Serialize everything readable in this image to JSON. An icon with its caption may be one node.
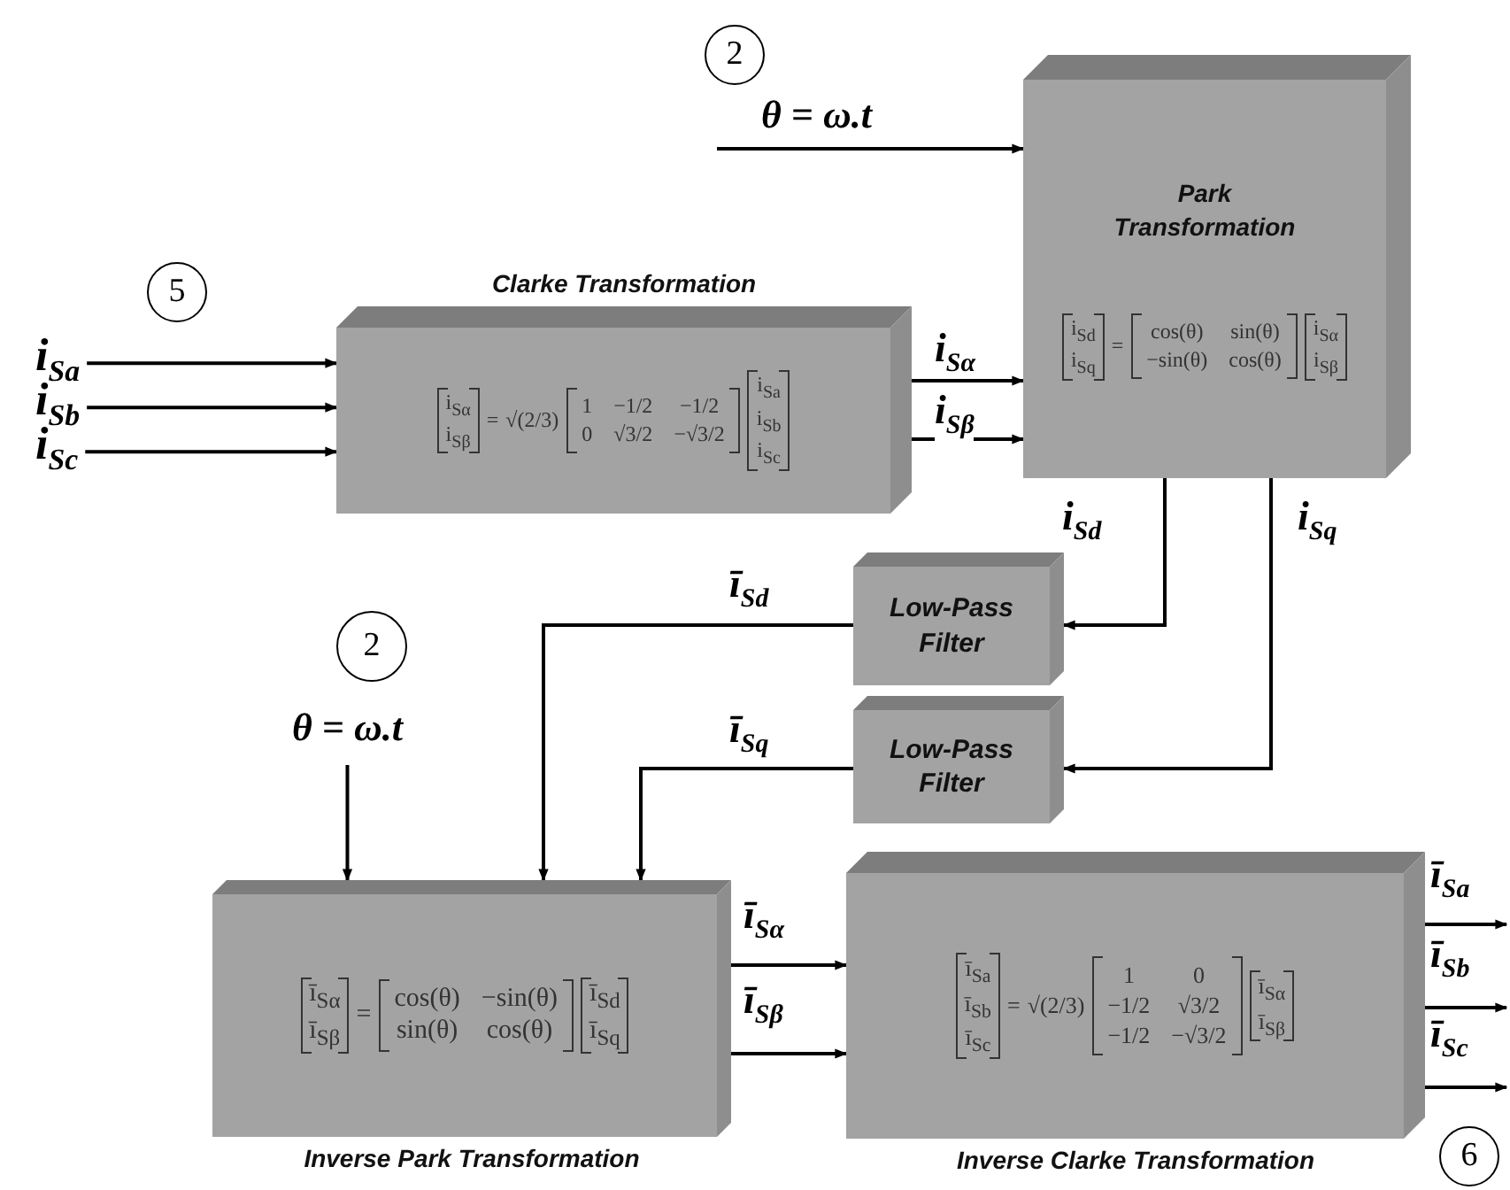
{
  "diagram": {
    "nodes": [
      {
        "text": [
          "Park Transformation",
          "i$_{Sd}$",
          "i$_{Sq}$",
          "=",
          "cos(θ)",
          "sin(θ)",
          "−sin(θ)",
          "cos(θ)",
          "i$_{Sα}$",
          "i$_{Sβ}$"
        ]
      },
      {
        "text": [
          "Clarke Transformation",
          "i$_{Sα}$",
          "i$_{Sβ}$",
          "=",
          "√(2/3)",
          "1",
          "−1/2",
          "−1/2",
          "0",
          "√3/2",
          "−√3/2",
          "i$_{Sa}$",
          "i$_{Sb}$",
          "i$_{Sc}$"
        ]
      },
      {
        "text": [
          "Low-Pass Filter"
        ]
      },
      {
        "text": [
          "Low-Pass Filter"
        ]
      },
      {
        "text": [
          "ī$_{Sα}$",
          "ī$_{Sβ}$",
          "=",
          "cos(θ)",
          "−sin(θ)",
          "sin(θ)",
          "cos(θ)",
          "ī$_{Sd}$",
          "ī$_{Sq}$",
          "Inverse Park Transformation"
        ]
      },
      {
        "text": [
          "ī$_{Sa}$",
          "ī$_{Sb}$",
          "ī$_{Sc}$",
          "=",
          "√(2/3)",
          "1",
          "0",
          "−1/2",
          "√3/2",
          "−1/2",
          "−√3/2",
          "ī$_{Sα}$",
          "ī$_{Sβ}$",
          "Inverse Clarke Transformation"
        ]
      },
      {
        "text": [
          "θ = ω.t"
        ]
      },
      {
        "text": [
          "i$_{Sa}$"
        ]
      },
      {
        "text": [
          "i$_{Sb}$"
        ]
      },
      {
        "text": [
          "i$_{Sc}$"
        ]
      },
      {
        "text": [
          "θ = ω.t"
        ]
      }
    ],
    "edges": [
      {
        "from": 6,
        "to": 0,
        "arrow": "to"
      },
      {
        "from": 7,
        "to": 1,
        "arrow": "to"
      },
      {
        "from": 8,
        "to": 1,
        "arrow": "to"
      },
      {
        "from": 9,
        "to": 1,
        "arrow": "to"
      },
      {
        "from": 1,
        "to": 0,
        "arrow": "to",
        "label": "i$_{Sα}$"
      },
      {
        "from": 1,
        "to": 0,
        "arrow": "to",
        "label": "i$_{Sβ}$"
      },
      {
        "from": 0,
        "to": 2,
        "arrow": "to",
        "label": "i$_{Sd}$"
      },
      {
        "from": 0,
        "to": 3,
        "arrow": "to",
        "label": "i$_{Sq}$"
      },
      {
        "from": 2,
        "to": 4,
        "arrow": "to",
        "label": "ī$_{Sd}$"
      },
      {
        "from": 3,
        "to": 4,
        "arrow": "to",
        "label": "ī$_{Sq}$"
      },
      {
        "from": 10,
        "to": 4,
        "arrow": "to"
      },
      {
        "from": 4,
        "to": 5,
        "arrow": "to",
        "label": "ī$_{Sα}$"
      },
      {
        "from": 4,
        "to": 5,
        "arrow": "to",
        "label": "ī$_{Sβ}$"
      },
      {
        "from": 5,
        "to": null,
        "arrow": "to",
        "label": "ī$_{Sa}$"
      },
      {
        "from": 5,
        "to": null,
        "arrow": "to",
        "label": "ī$_{Sb}$"
      },
      {
        "from": 5,
        "to": null,
        "arrow": "to",
        "label": "ī$_{Sc}$"
      }
    ],
    "labels": [
      "2",
      "5",
      "2",
      "6"
    ]
  }
}
